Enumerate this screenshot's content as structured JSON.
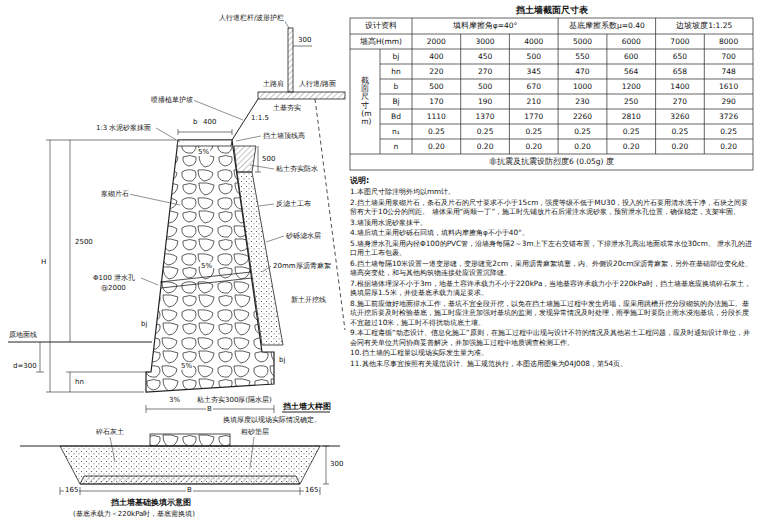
{
  "diagram": {
    "labels": [
      "人行道栏杆/波形护栏",
      "300",
      "土路肩",
      "人行道/路面",
      "喷播植草护坡",
      "1:1.5",
      "土基夯实",
      "b",
      "400",
      "1:3 水泥砂浆抹面",
      "5%",
      "挡土墙顶线高",
      "500",
      "粘土夯实防水",
      "反滤土工布",
      "浆砌片石",
      "砂砾滤水层",
      "20mm厚沥青麻絮",
      "H",
      "2500",
      "Φ100 泄水孔",
      "@2000",
      "5%",
      "bj",
      "原地面线",
      "新土开挖线",
      "d=300",
      "hn",
      "bj",
      "5%",
      "3%",
      "粘土夯实300厚(隔水层)",
      "B",
      "挡土墙大样图",
      "换填厚度以现场实际情况确定。",
      "碎石灰土",
      "300",
      "粗砂垫层",
      "165",
      "B",
      "165",
      "挡土墙基础换填示意图",
      "(基底承载力＜220kPa时，基底需换填)",
      "挡土墙截面尺寸表",
      "设计资料",
      "填料摩擦角φ=40°",
      "基底摩擦系数μ=0.40",
      "边坡坡度1:1.25",
      "墙高H(mm)",
      "2000",
      "3000",
      "4000",
      "5000",
      "6000",
      "7000",
      "8000",
      "截面尺寸(mm)",
      "bj",
      "400",
      "450",
      "500",
      "550",
      "600",
      "650",
      "700",
      "hn",
      "220",
      "270",
      "345",
      "470",
      "564",
      "658",
      "748",
      "b",
      "500",
      "500",
      "670",
      "1000",
      "1200",
      "1400",
      "1610",
      "Bj",
      "170",
      "190",
      "210",
      "230",
      "250",
      "270",
      "290",
      "Bd",
      "1110",
      "1370",
      "1770",
      "2260",
      "2810",
      "3260",
      "3726",
      "n₁",
      "0.25",
      "0.25",
      "0.25",
      "0.25",
      "0.25",
      "0.25",
      "0.25",
      "n",
      "0.20",
      "0.20",
      "0.20",
      "0.20",
      "0.20",
      "0.20",
      "0.20",
      "非抗震及抗震设防烈度6 (0.05g) 度",
      "说明:",
      "1.本图尺寸除注明外均以mm计。",
      "2.挡土墙采用浆砌片石，条石及片石的尺寸要求不小于15cm，强度等级不低于MU30，投入的片石要用清水洗干净，石块之间要留有大于10公分的间距。 墙体采用“两顺一丁”，施工时先铺放片石后灌注水泥砂浆，预留泄水孔位置，确保稳定，支架牢固。",
      "3.墙顶用水泥砂浆抹平。",
      "4.墙后填土采用砂砾石回填，填料内摩擦角φ不小于40°。",
      "5.墙身泄水孔采用内径Φ100的PVC管，沿墙身每隔2～3m上下左右交错布置，下排泄水孔高出地面或常水位30cm。 泄水孔的进口用土工布包裹。",
      "6.挡土墙每隔10米设置一道变形缝，变形缝宽2cm，采用沥青麻絮填塞，内、外侧设20cm深沥青麻絮，另外在基础部位变化处、 墙高突变处，和与其他构筑物连接处应设置沉降缝。",
      "7.根据墙体埋深不小于3m，地基土容许承载力不小于220kPa，当地基容许承载力小于220kPa时，挡土墙基底应换填碎石灰土，换填层厚1.5米，并使基底承载力满足要求。",
      "8.施工前应做好地面排水工作，基坑不宜全段开挖，以免在挡土墙施工过程中发生坍塌，应采用跳槽开挖分段砌筑的办法施工。基坑开挖后要及时检验基底，施工时应注意加强对基坑的监测，发现异常情况及时处理，雨季施工时要防止雨水浸泡基坑，分段长度不宜超过10米，施工时不得扰动坑底土壤。",
      "9.本工程遵循“动态设计、信息化施工”原则，在施工过程中出现与设计不符的情况及其他岩土工程问题，应及时通知设计单位，并会同有关单位共同协商妥善解决，并加强施工过程中地质调查检测工作。",
      "10.挡土墙的工程量以现场实际发生量为准。",
      "11.其他未尽事宜按照有关规范设计、施工规范执行，本图选用图集为04J008，第54页。"
    ]
  }
}
